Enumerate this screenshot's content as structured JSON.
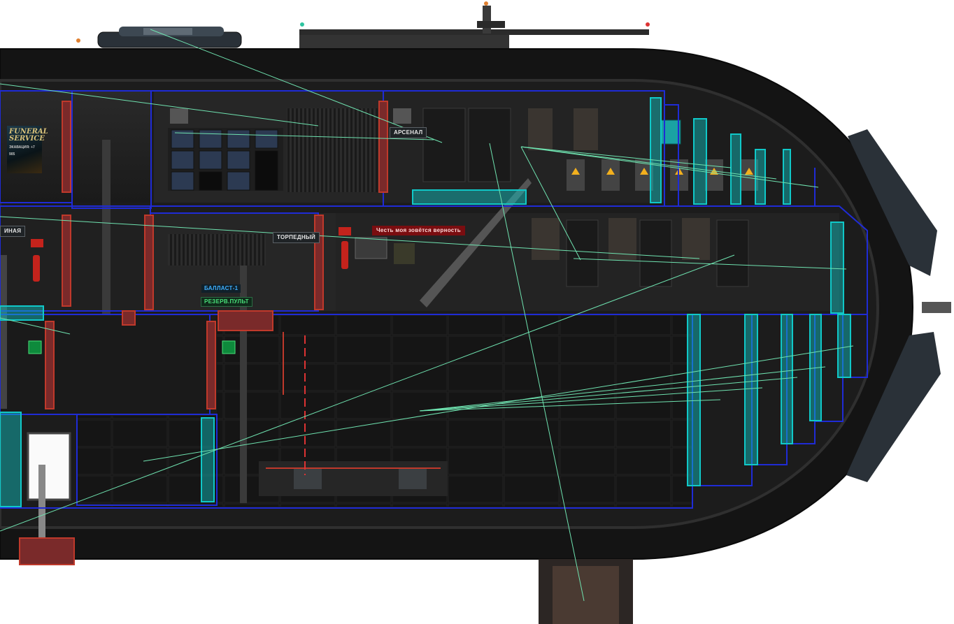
{
  "scene": {
    "game": "Barotrauma",
    "view": "submarine-editor-hull-view",
    "colors": {
      "hull_outer": "#141414",
      "hull_frame": "#2b2b2b",
      "room_bg": "#1c1c1c",
      "hull_outline": "#1f2bd6",
      "gap_cyan": "#10c8c8",
      "door_red": "#c0392b",
      "wire_green": "#6fe3b0",
      "background": "#ffffff"
    }
  },
  "labels": {
    "poster_title": "FUNERAL SERVICE",
    "poster_sub": "ЭКАВАЦИЯ: +7 905",
    "arsenal": "АРСЕНАЛ",
    "room_left": "ИНАЯ",
    "torpedo": "ТОРПЕДНЫЙ",
    "honor_banner": "Честь моя зовётся верность",
    "ballast": "БАЛЛАСТ-1",
    "reserve": "РЕЗЕРВ.ПУЛЬТ"
  },
  "icons": [
    "emergency-exit-icon",
    "fire-extinguisher-icon",
    "warning-hazard-icon",
    "ventilation-fan-icon",
    "periscope-icon",
    "door-button-icon"
  ]
}
